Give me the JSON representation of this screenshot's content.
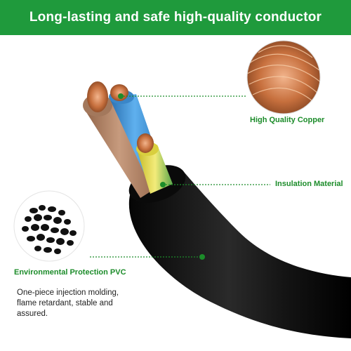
{
  "banner": {
    "title": "Long-lasting and safe high-quality conductor"
  },
  "callouts": {
    "copper": {
      "label": "High Quality Copper",
      "icon": "copper-strands-icon"
    },
    "insulation": {
      "label": "Insulation Material"
    },
    "pvc": {
      "label": "Environmental Protection PVC",
      "icon": "pvc-pellets-icon",
      "description_lines": [
        "One-piece injection molding,",
        "flame retardant, stable and",
        "assured."
      ]
    }
  },
  "colors": {
    "brand_green": "#1f9a3c",
    "label_green": "#1c8c2a",
    "cable_black": "#151515",
    "copper": "#c77a4a",
    "wire_brown": "#b88868",
    "wire_blue": "#3f8fd0",
    "wire_yellow": "#e2d64a"
  }
}
